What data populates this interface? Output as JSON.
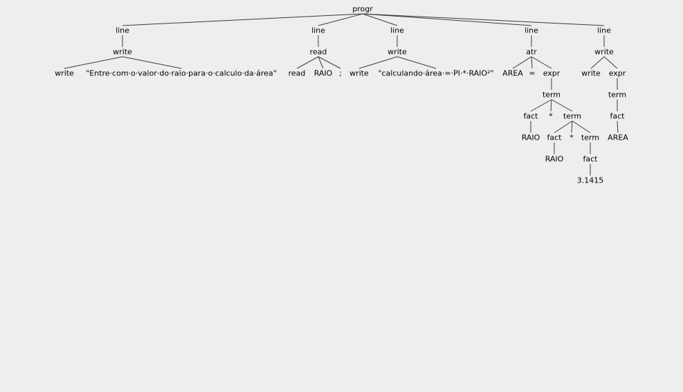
{
  "parse_tree": {
    "root": {
      "label": "progr",
      "children": [
        {
          "label": "line",
          "children": [
            {
              "label": "write",
              "children": [
                {
                  "label": "write"
                },
                {
                  "label": "\"Entre·com·o·valor·do·raio·para·o·calculo·da·área\""
                }
              ]
            }
          ]
        },
        {
          "label": "line",
          "children": [
            {
              "label": "read",
              "children": [
                {
                  "label": "read"
                },
                {
                  "label": "RAIO"
                },
                {
                  "label": ";"
                }
              ]
            }
          ]
        },
        {
          "label": "line",
          "children": [
            {
              "label": "write",
              "children": [
                {
                  "label": "write"
                },
                {
                  "label": "\"calculando·área·=·PI·*·RAIO²\""
                }
              ]
            }
          ]
        },
        {
          "label": "line",
          "children": [
            {
              "label": "atr",
              "children": [
                {
                  "label": "AREA"
                },
                {
                  "label": "="
                },
                {
                  "label": "expr",
                  "children": [
                    {
                      "label": "term",
                      "children": [
                        {
                          "label": "fact",
                          "children": [
                            {
                              "label": "RAIO"
                            }
                          ]
                        },
                        {
                          "label": "*"
                        },
                        {
                          "label": "term",
                          "children": [
                            {
                              "label": "fact",
                              "children": [
                                {
                                  "label": "RAIO"
                                }
                              ]
                            },
                            {
                              "label": "*"
                            },
                            {
                              "label": "term",
                              "children": [
                                {
                                  "label": "fact",
                                  "children": [
                                    {
                                      "label": "3.1415"
                                    }
                                  ]
                                }
                              ]
                            }
                          ]
                        }
                      ]
                    }
                  ]
                }
              ]
            }
          ]
        },
        {
          "label": "line",
          "children": [
            {
              "label": "write",
              "children": [
                {
                  "label": "write"
                },
                {
                  "label": "expr",
                  "children": [
                    {
                      "label": "term",
                      "children": [
                        {
                          "label": "fact",
                          "children": [
                            {
                              "label": "AREA"
                            }
                          ]
                        }
                      ]
                    }
                  ]
                }
              ]
            }
          ]
        }
      ]
    }
  }
}
